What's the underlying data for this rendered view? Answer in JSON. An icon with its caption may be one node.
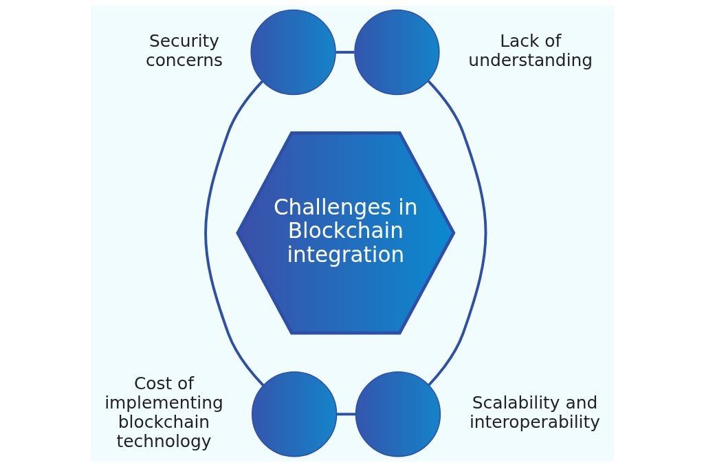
{
  "diagram": {
    "nodes": [
      {
        "text": [
          "Challenges in Blockchain integration"
        ]
      },
      {
        "text": [],
        "shape": "circle",
        "beside": [
          "Security concerns"
        ]
      },
      {
        "text": [],
        "shape": "circle",
        "beside": [
          "Lack of understanding"
        ]
      },
      {
        "text": [],
        "shape": "circle",
        "beside": [
          "Cost of implementing blockchain technology"
        ]
      },
      {
        "text": [],
        "shape": "circle",
        "beside": [
          "Scalability and interoperability"
        ]
      }
    ],
    "edges": [
      {
        "from": 1,
        "to": 2,
        "arrow": "none"
      },
      {
        "from": 1,
        "to": 3,
        "arrow": "none"
      },
      {
        "from": 2,
        "to": 4,
        "arrow": "none"
      },
      {
        "from": 3,
        "to": 4,
        "arrow": "none"
      }
    ]
  }
}
